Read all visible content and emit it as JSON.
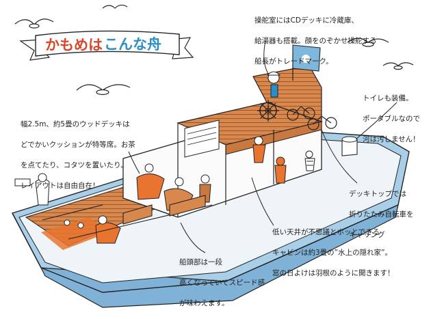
{
  "title": {
    "part1": "かもめは",
    "part2": "こんな舟",
    "color1": "#d9472b",
    "color2": "#2a8fc8"
  },
  "notes": {
    "pilot": [
      "操舵室にはCDデッキに冷蔵庫、",
      "給湯器も搭載。顔をのぞかせ操舵する",
      "船長がトレードマーク。"
    ],
    "deck": [
      "幅2.5m、約5畳のウッドデッキは",
      "どでかいクッションが特等席。お茶",
      "を点てたり、コタツを置いたり。",
      "レイアウトは自由自在！"
    ],
    "toilet": [
      "トイレも装備。",
      "ポータブルなので",
      "河は汚しません！"
    ],
    "bikes": [
      "デッキトップでは",
      "折りたたみ自転車を",
      "キャリング"
    ],
    "cabin": [
      "低い天井が不思議とホッとできる",
      "キャビンは約3畳の”水上の隠れ家”。",
      "窓の日よけは羽根のように開きます！"
    ],
    "bow": [
      "船頭部は一段",
      "高くなっていてスピード感",
      "が味わえます。"
    ]
  },
  "colors": {
    "hull": "#a9cfe8",
    "hull_dark": "#7fb2d6",
    "wood": "#c9793f",
    "wood_light": "#e2a06a",
    "orange": "#e9742f",
    "ink": "#222222",
    "flag": "#7fb6dc"
  }
}
